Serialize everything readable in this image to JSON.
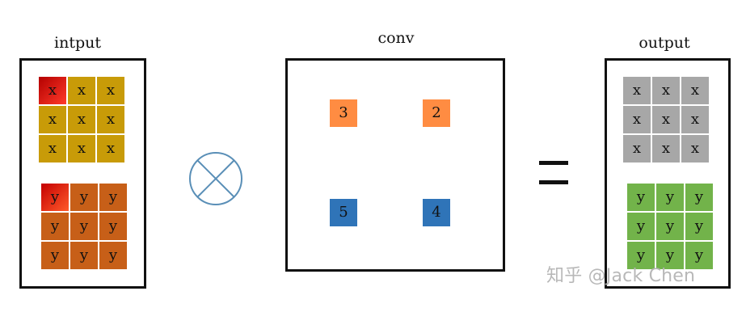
{
  "input": {
    "title": "intput",
    "grid_x": [
      [
        "x",
        "x",
        "x"
      ],
      [
        "x",
        "x",
        "x"
      ],
      [
        "x",
        "x",
        "x"
      ]
    ],
    "grid_y": [
      [
        "y",
        "y",
        "y"
      ],
      [
        "y",
        "y",
        "y"
      ],
      [
        "y",
        "y",
        "y"
      ]
    ]
  },
  "operator": {
    "icon": "circle-x-icon",
    "color": "#5a8fb7"
  },
  "conv": {
    "title": "conv",
    "kernel_values": {
      "top_left": "3",
      "top_right": "2",
      "bottom_left": "5",
      "bottom_right": "4"
    },
    "colors": {
      "top": "#ff8c42",
      "bottom": "#2f74b8"
    }
  },
  "equals": {
    "icon": "equals-icon"
  },
  "output": {
    "title": "output",
    "grid_x": [
      [
        "x",
        "x",
        "x"
      ],
      [
        "x",
        "x",
        "x"
      ],
      [
        "x",
        "x",
        "x"
      ]
    ],
    "grid_y": [
      [
        "y",
        "y",
        "y"
      ],
      [
        "y",
        "y",
        "y"
      ],
      [
        "y",
        "y",
        "y"
      ]
    ]
  },
  "watermark": {
    "text": "知乎 @Jack Chen"
  },
  "colors": {
    "input_x": "#c89b08",
    "input_y": "#c75f18",
    "input_highlight": "#d61a12",
    "output_x": "#a7a7a7",
    "output_y": "#72b34a",
    "border": "#111111"
  }
}
